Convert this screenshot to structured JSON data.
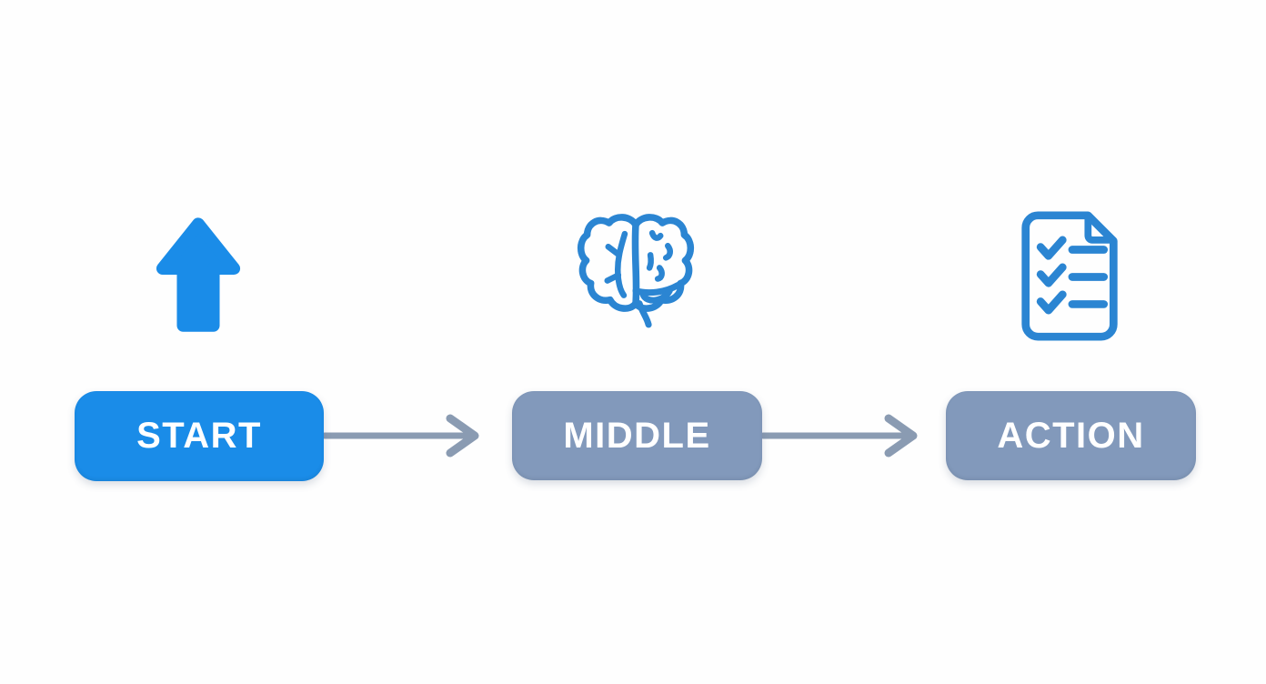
{
  "diagram": {
    "type": "flowchart",
    "background_color": "#fefefe",
    "accent_blue": "#1a8ce8",
    "icon_blue": "#2b85d2",
    "connector_color": "#8a9bb2",
    "steps": [
      {
        "label": "START",
        "icon": "arrow-up-icon",
        "box_color": "#1a8ce8",
        "text_color": "#ffffff"
      },
      {
        "label": "MIDDLE",
        "icon": "brain-icon",
        "box_color": "#8299bb",
        "text_color": "#ffffff"
      },
      {
        "label": "ACTION",
        "icon": "checklist-document-icon",
        "box_color": "#8299bb",
        "text_color": "#ffffff"
      }
    ],
    "connectors": [
      {
        "from": "START",
        "to": "MIDDLE",
        "style": "arrow-right"
      },
      {
        "from": "MIDDLE",
        "to": "ACTION",
        "style": "arrow-right"
      }
    ]
  }
}
